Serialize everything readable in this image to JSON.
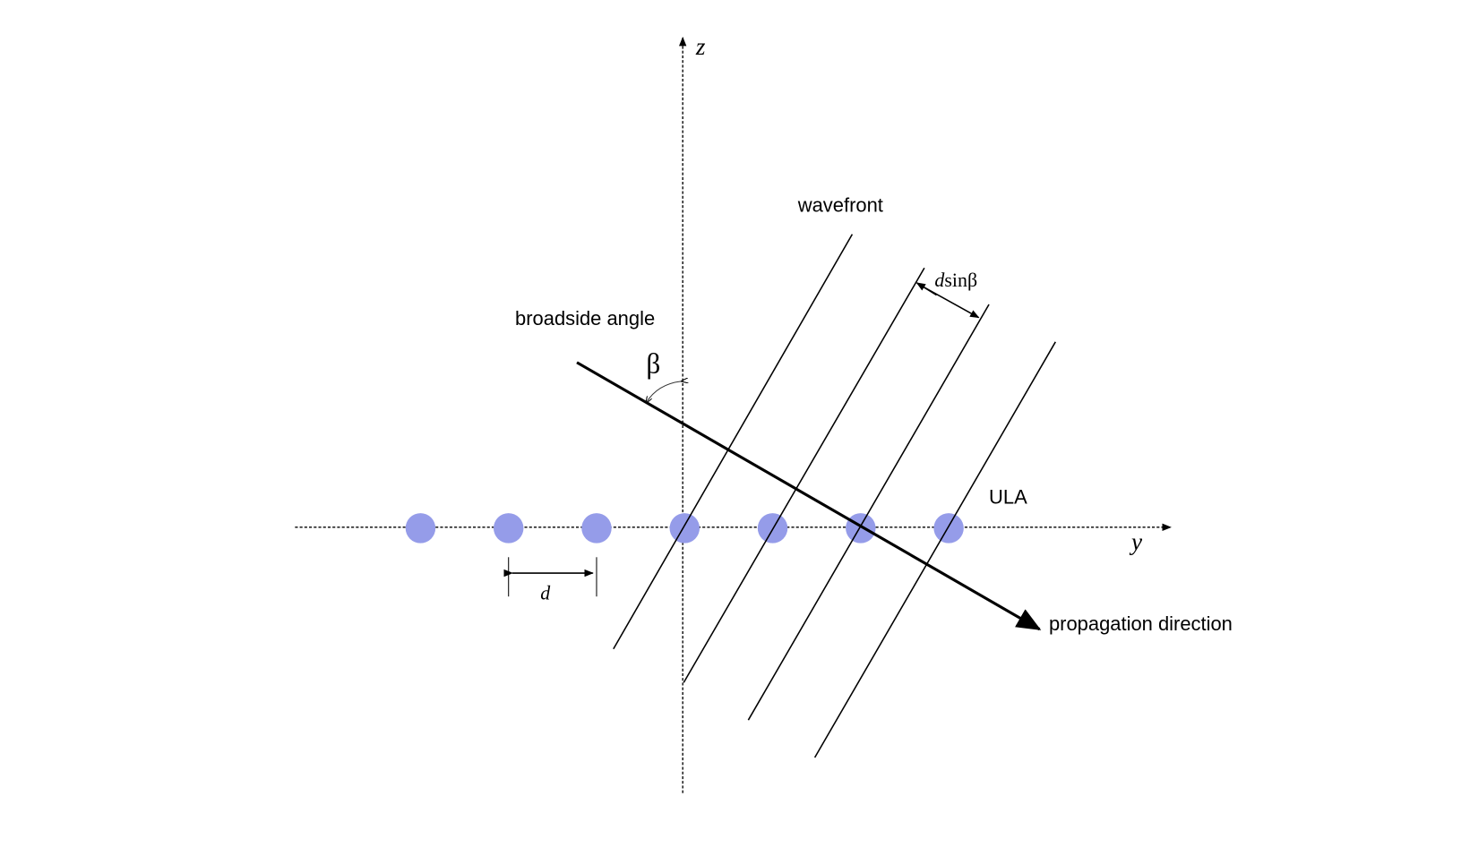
{
  "axes": {
    "z_label": "z",
    "y_label": "y"
  },
  "labels": {
    "wavefront": "wavefront",
    "broadside_angle": "broadside angle",
    "beta": "β",
    "ula": "ULA",
    "propagation_direction": "propagation direction",
    "spacing": "d",
    "path_diff_d": "d",
    "path_diff_rest": "sinβ"
  },
  "array": {
    "element_count": 7,
    "element_color": "#959ce9"
  },
  "colors": {
    "line": "#000000"
  }
}
